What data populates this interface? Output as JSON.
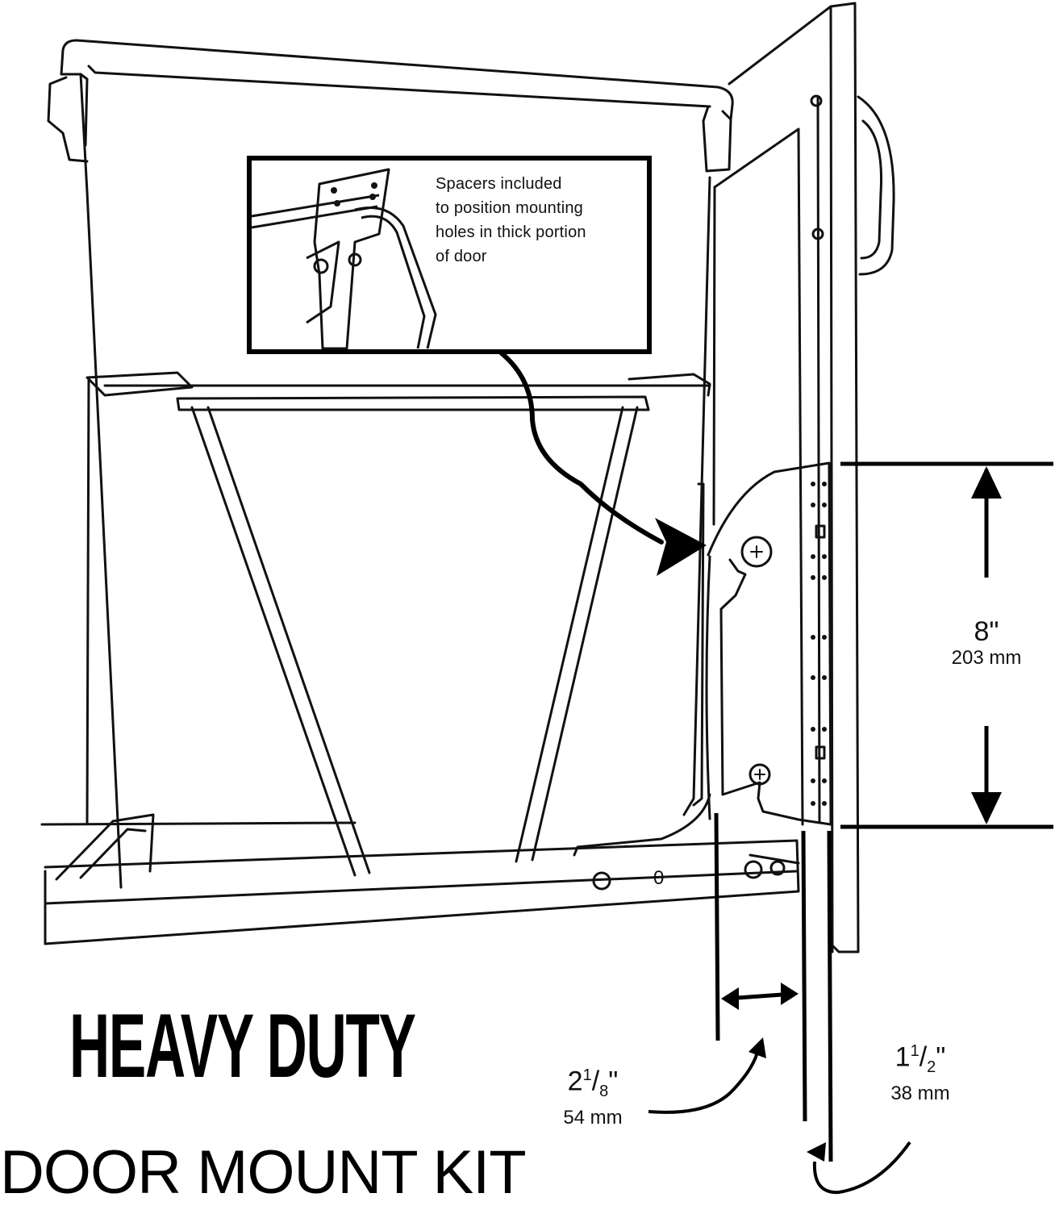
{
  "inset": {
    "note_lines": [
      "Spacers included",
      "to position mounting",
      "holes in thick portion",
      "of door"
    ]
  },
  "dimensions": {
    "height": {
      "imperial": "8\"",
      "metric": "203 mm"
    },
    "offset": {
      "whole": "2",
      "num": "1",
      "den": "8",
      "unit": "\"",
      "metric": "54 mm"
    },
    "thickness": {
      "whole": "1",
      "num": "1",
      "den": "2",
      "unit": "\"",
      "metric": "38 mm"
    }
  },
  "title": {
    "main": "HEAVY DUTY",
    "sub": "DOOR MOUNT KIT"
  },
  "rail_mark": "0"
}
